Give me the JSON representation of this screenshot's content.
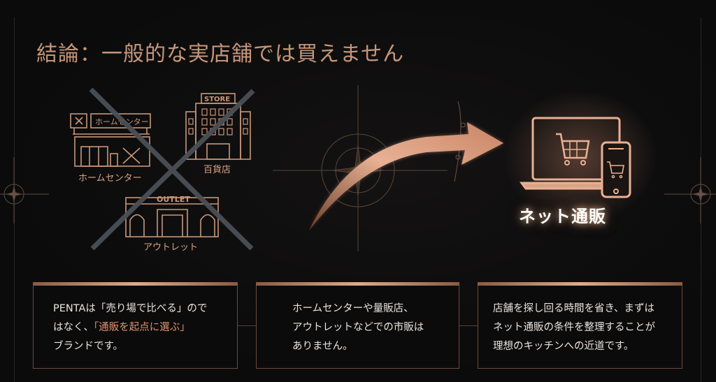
{
  "title": "結論：一般的な実店舗では買えません",
  "colors": {
    "background": "#0b0b0c",
    "accent_copper": "#c7977a",
    "highlight": "#e0926a",
    "text": "#e8e4df",
    "cross": "#4a5057"
  },
  "stores": {
    "home_center": {
      "sign": "ホームセンター",
      "label": "ホームセンター",
      "icon": "home-center-store-icon"
    },
    "department": {
      "sign": "STORE",
      "label": "百貨店",
      "icon": "department-store-icon"
    },
    "outlet": {
      "sign": "OUTLET",
      "label": "アウトレット",
      "icon": "outlet-mall-icon"
    },
    "cross_icon": "x-cross-icon"
  },
  "arrow": {
    "icon": "curved-arrow-icon"
  },
  "online": {
    "label": "ネット通販",
    "icon": "laptop-phone-cart-icon"
  },
  "boxes": [
    {
      "line1": "PENTAは「売り場で比べる」ので",
      "line2_pre": "はなく、",
      "line2_highlight": "「通販を起点に選ぶ」",
      "line3": "ブランドです。"
    },
    {
      "line1": "ホームセンターや量販店、",
      "line2": "アウトレットなどでの市販は",
      "line3": "ありません。"
    },
    {
      "line1": "店舗を探し回る時間を省き、まずは",
      "line2": "ネット通販の条件を整理することが",
      "line3": "理想のキッチンへの近道です。"
    }
  ]
}
